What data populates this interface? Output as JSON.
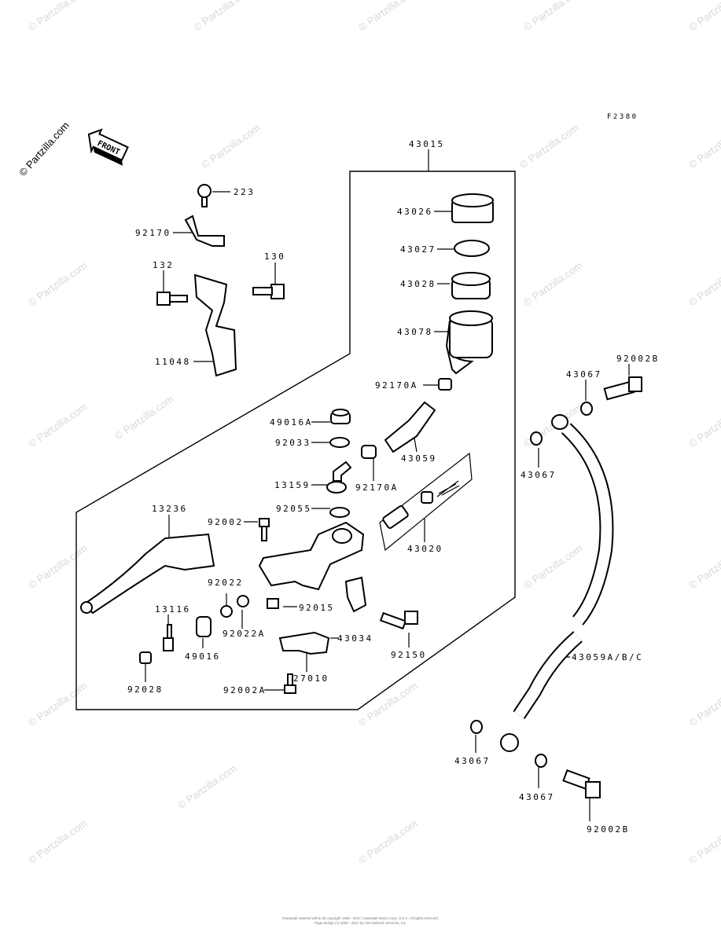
{
  "diagram_code": "F2380",
  "watermark": "© Partzilla.com",
  "front_marker": "FRONT",
  "labels": {
    "assembly": "43015",
    "p223": "223",
    "p92170": "92170",
    "p132": "132",
    "p130": "130",
    "p11048": "11048",
    "p43026": "43026",
    "p43027": "43027",
    "p43028": "43028",
    "p43078": "43078",
    "p92170A_top": "92170A",
    "p49016A": "49016A",
    "p92033": "92033",
    "p43059": "43059",
    "p13159": "13159",
    "p92170A_mid": "92170A",
    "p92055": "92055",
    "p43020": "43020",
    "p13236": "13236",
    "p92002": "92002",
    "p92022": "92022",
    "p92022A": "92022A",
    "p92015": "92015",
    "p13116": "13116",
    "p49016": "49016",
    "p43034": "43034",
    "p92150": "92150",
    "p27010": "27010",
    "p92028": "92028",
    "p92002A": "92002A",
    "p43067_a": "43067",
    "p43067_b": "43067",
    "p43067_c": "43067",
    "p43067_d": "43067",
    "p92002B_top": "92002B",
    "p92002B_bottom": "92002B",
    "p43059ABC": "43059A/B/C"
  },
  "footer": {
    "line1": "Kawasaki material within all copyright 1998 - 2017, Kawasaki Motor Corp. U.S.A. All rights reserved.",
    "line2": "Page design (c) 2000 - 2017 by ARI Network Services, Inc."
  }
}
